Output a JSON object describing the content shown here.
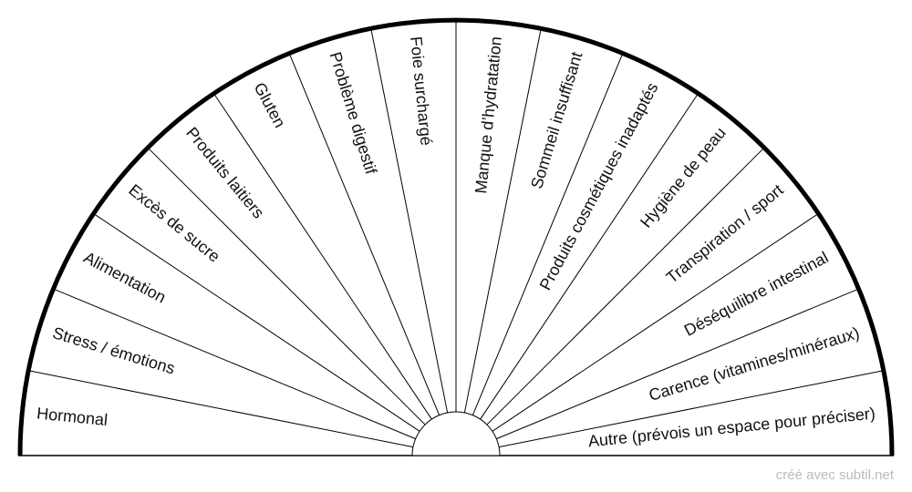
{
  "diagram": {
    "type": "semicircle-pendulum-chart",
    "segments": [
      "Hormonal",
      "Stress / émotions",
      "Alimentation",
      "Excès de sucre",
      "Produits laitiers",
      "Gluten",
      "Problème digestif",
      "Foie surchargé",
      "Manque d’hydratation",
      "Sommeil insuffisant",
      "Produits cosmétiques inadaptés",
      "Hygiène de peau",
      "Transpiration / sport",
      "Déséquilibre intestinal",
      "Carence (vitamines/minéraux)",
      "Autre (prévois un espace pour préciser)"
    ]
  },
  "footer": {
    "credit": "créé avec subtil.net"
  }
}
